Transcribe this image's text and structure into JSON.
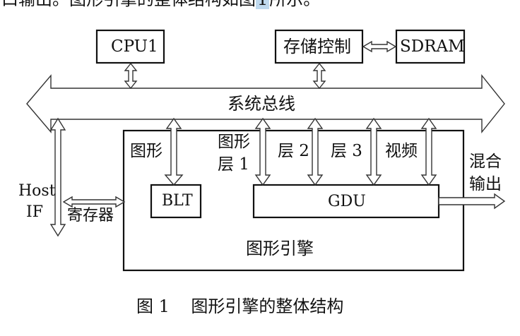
{
  "top_text": {
    "before": "口输出。图形引擎的整体结构如图",
    "highlight": "1",
    "after": "所示。"
  },
  "nodes": {
    "cpu": "CPU1",
    "mem_ctrl": "存储控制",
    "sdram": "SDRAM",
    "bus": "系统总线",
    "host_line1": "Host",
    "host_line2": "IF",
    "register": "寄存器",
    "engine": "图形引擎",
    "blt": "BLT",
    "gdu": "GDU",
    "port_graphics": "图形",
    "port_layer1_line1": "图形",
    "port_layer1_line2": "层 1",
    "port_layer2": "层 2",
    "port_layer3": "层 3",
    "port_video": "视频",
    "mixed_out_line1": "混合",
    "mixed_out_line2": "输出"
  },
  "caption": "图 1    图形引擎的整体结构"
}
